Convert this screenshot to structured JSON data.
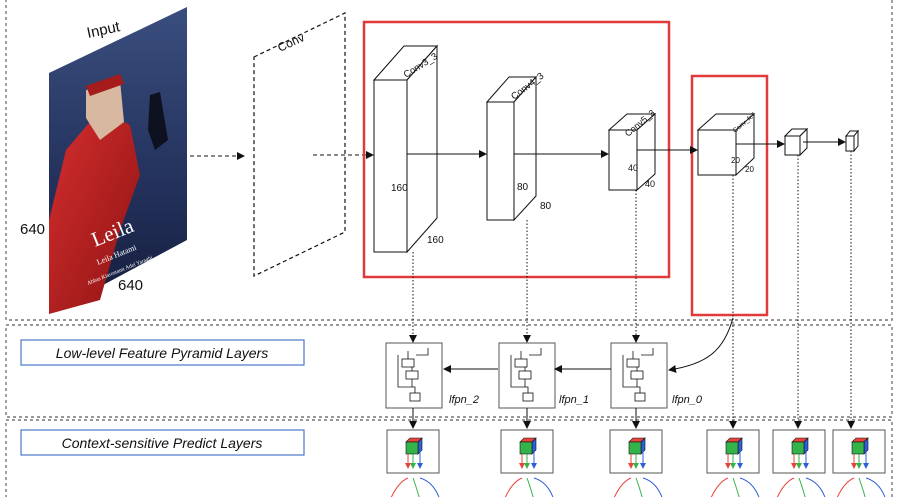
{
  "input": {
    "title": "Input",
    "width_label": "640",
    "height_label": "640",
    "poster": {
      "title": "Leila",
      "subtitle": "Leila Hatami",
      "credits_1": "Abbas Kiarostami  Adel Yaraghi",
      "credits_2": "Adel Yaraghi"
    }
  },
  "conv": {
    "label": "Conv"
  },
  "blocks": {
    "conv3_3": {
      "name": "Conv3_3",
      "side": "160",
      "bottom": "160"
    },
    "conv4_3": {
      "name": "Conv4_3",
      "side": "80",
      "bottom": "80"
    },
    "conv5_3": {
      "name": "Conv5_3",
      "side": "40",
      "bottom": "40"
    },
    "conv_fc7": {
      "name": "Conv_fc7",
      "side": "20",
      "bottom": "20"
    }
  },
  "sections": {
    "lfpn_label": "Low-level Feature Pyramid Layers",
    "cpm_label": "Context-sensitive Predict Layers"
  },
  "lfpn": {
    "lfpn_2": "lfpn_2",
    "lfpn_1": "lfpn_1",
    "lfpn_0": "lfpn_0"
  },
  "colors": {
    "highlight": "#e03a3a",
    "section_border": "#4a78c8",
    "cube_top": "#e8443a",
    "cube_front": "#34b34a",
    "cube_side": "#2f5fd6",
    "arrow_red": "#e8443a",
    "arrow_green": "#34b34a",
    "arrow_blue": "#2f5fd6"
  }
}
